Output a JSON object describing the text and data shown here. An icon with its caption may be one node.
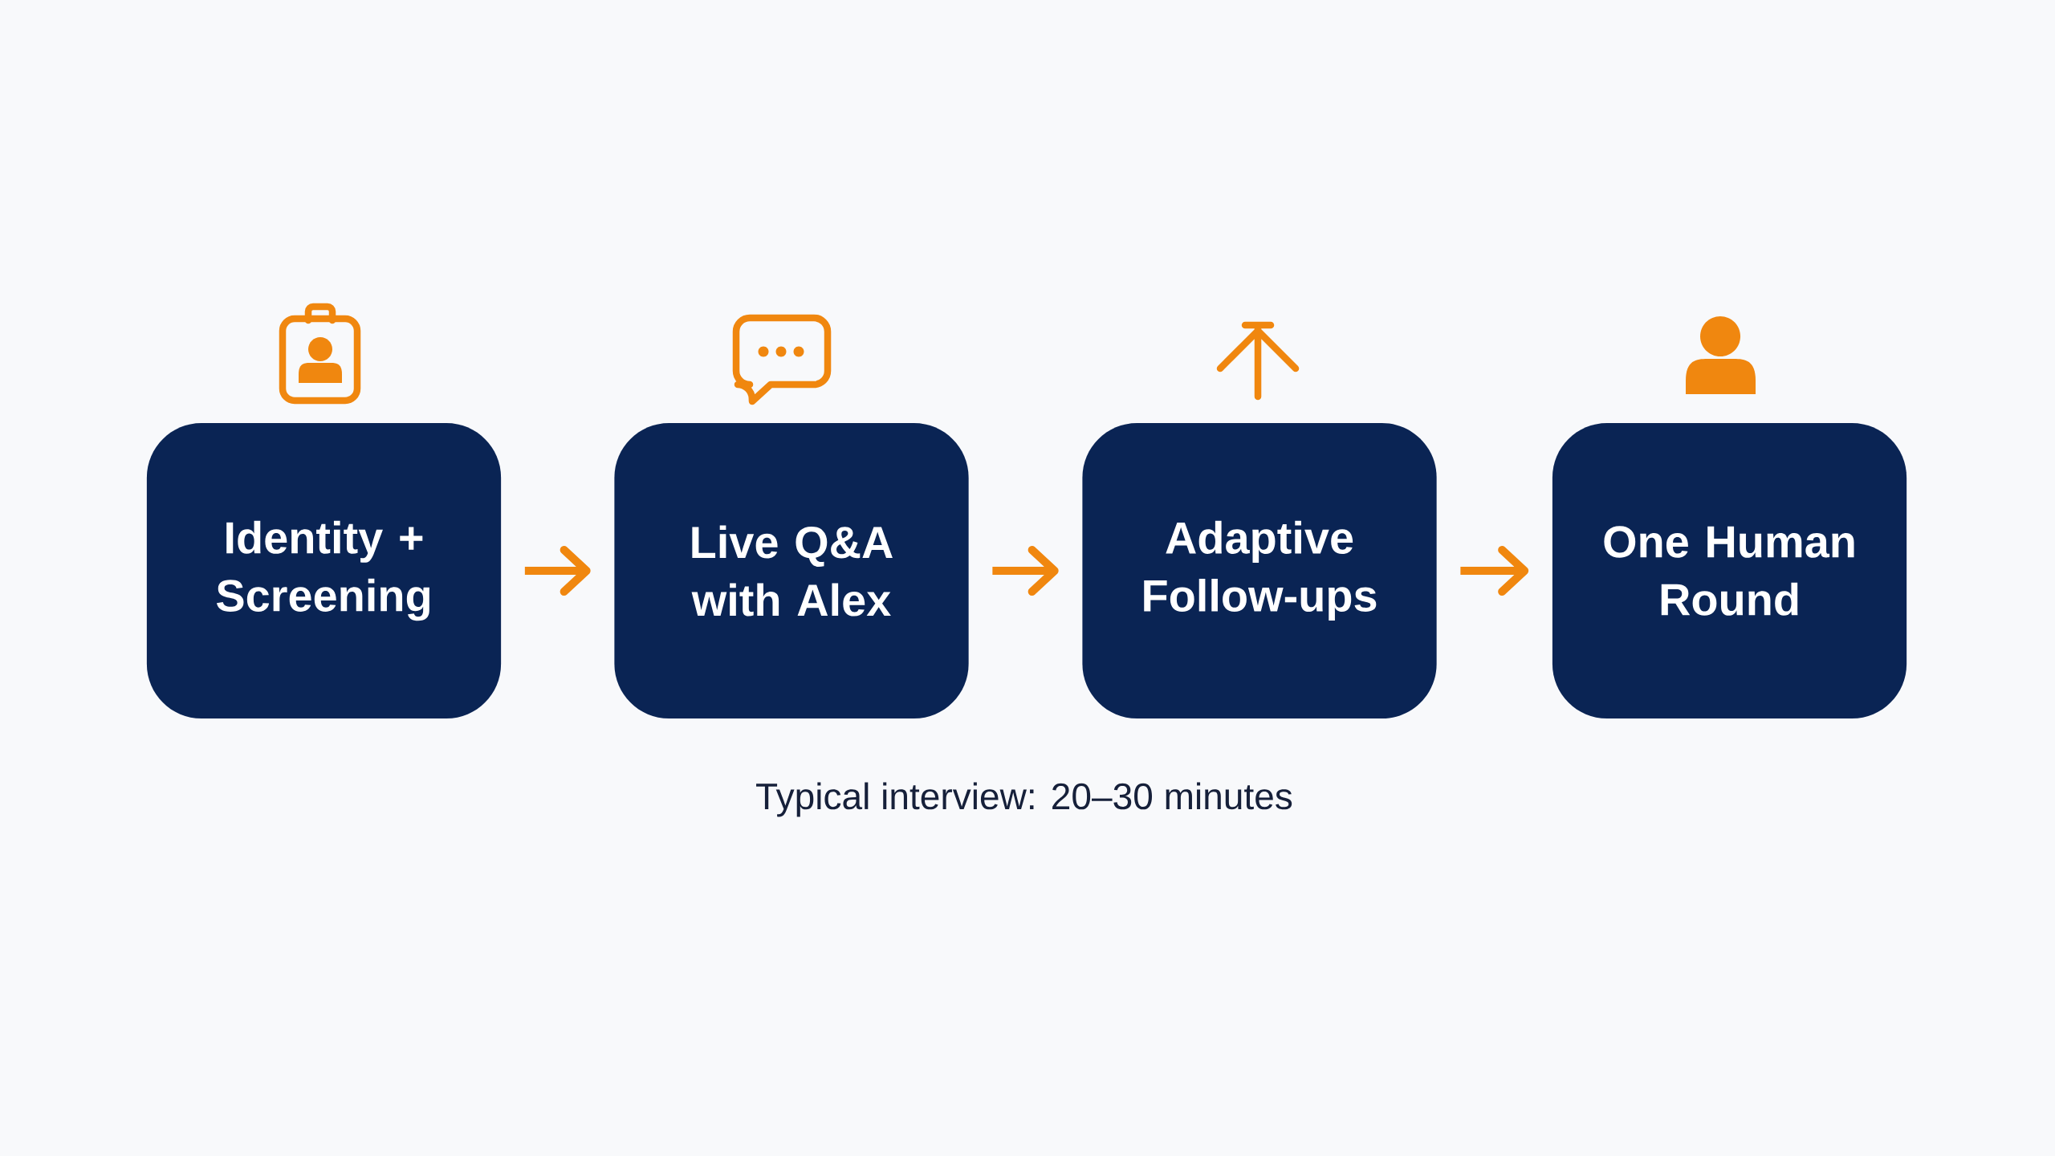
{
  "diagram": {
    "nodes": [
      {
        "text": [
          "Identity + Screening"
        ]
      },
      {
        "text": [
          "Live Q&A with Alex"
        ]
      },
      {
        "text": [
          "Adaptive Follow-ups"
        ]
      },
      {
        "text": [
          "One Human Round"
        ]
      }
    ],
    "edges": [
      {
        "from": 0,
        "to": 1,
        "arrow": "to"
      },
      {
        "from": 1,
        "to": 2,
        "arrow": "to"
      },
      {
        "from": 2,
        "to": 3,
        "arrow": "to"
      }
    ],
    "caption": "Typical interview: 20–30 minutes"
  }
}
